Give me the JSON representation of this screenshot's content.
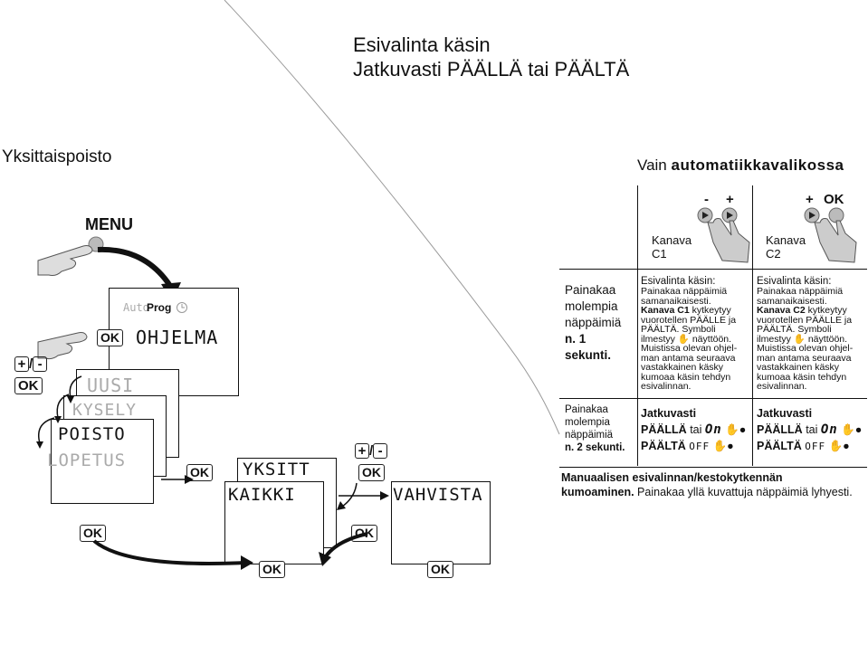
{
  "title": {
    "line1": "Esivalinta käsin",
    "line2": "Jatkuvasti PÄÄLLÄ tai PÄÄLTÄ"
  },
  "section_left": "Yksittaispoisto",
  "section_right": {
    "prefix": "Vain",
    "bold": "automatiikkavalikossa"
  },
  "menu_label": "MENU",
  "display": {
    "auto": "Auto",
    "prog": "Prog",
    "ohjelma": "OHJELMA",
    "uusi": "UUSI",
    "kysely": "KYSELY",
    "poisto": "POISTO",
    "lopetus": "LOPETUS",
    "yksitt": "YKSITT",
    "kaikki": "KAIKKI",
    "vahvista": "VAHVISTA"
  },
  "buttons": {
    "ok": "OK",
    "plus": "+",
    "minus": "-",
    "slash": "/"
  },
  "channels": {
    "c1": {
      "label": "Kanava",
      "id": "C1",
      "minus": "-",
      "plus": "+"
    },
    "c2": {
      "label": "Kanava",
      "id": "C2",
      "plus": "+",
      "ok": "OK"
    }
  },
  "table": {
    "row1_left": {
      "l1": "Painakaa",
      "l2": "molempia",
      "l3": "näppäimiä",
      "l4": "n. 1",
      "l5": "sekunti."
    },
    "row1_c1": {
      "head": "Esivalinta käsin:",
      "l1": "Painakaa   näppäimiä",
      "l2": "samanaikaisesti.",
      "l3b": "Kanava  C1",
      "l3": " kytkeytyy",
      "l4": "vuorotellen  PÄÄLLE  ja",
      "l5": "PÄÄLTÄ.  Symboli",
      "l6a": "ilmestyy",
      "l6b": "näyttöön.",
      "l7": "Muistissa  olevan  ohjel-",
      "l8": "man  antama  seuraava",
      "l9": "vastakkainen       käsky",
      "l10": "kumoaa  käsin  tehdyn",
      "l11": "esivalinnan."
    },
    "row1_c2": {
      "head": "Esivalinta käsin:",
      "l1": "Painakaa   näppäimiä",
      "l2": "samanaikaisesti.",
      "l3b": "Kanava  C2",
      "l3": " kytkeytyy",
      "l4": "vuorotellen  PÄÄLLE  ja",
      "l5": "PÄÄLTÄ.  Symboli",
      "l6a": "ilmestyy",
      "l6b": "näyttöön.",
      "l7": "Muistissa  olevan  ohjel-",
      "l8": "man  antama  seuraava",
      "l9": "vastakkainen       käsky",
      "l10": "kumoaa  käsin  tehdyn",
      "l11": "esivalinnan."
    },
    "row2_left": {
      "l1": "Painakaa",
      "l2": "molempia",
      "l3": "näppäimiä",
      "l4": "n. 2  sekunti."
    },
    "row2_c1": {
      "head": "Jatkuvasti",
      "on_label": "PÄÄLLÄ",
      "tai": "tai",
      "on": "On",
      "off_label": "PÄÄLTÄ",
      "off": "OFF"
    },
    "row2_c2": {
      "head": "Jatkuvasti",
      "on_label": "PÄÄLLÄ",
      "tai": "tai",
      "on": "On",
      "off_label": "PÄÄLTÄ",
      "off": "OFF"
    }
  },
  "footer": {
    "bold1": "Manuaalisen esivalinnan/kestokytkennän",
    "bold2": "kumoaminen.",
    "rest": " Painakaa yllä kuvattuja näppäimiä lyhyesti."
  }
}
